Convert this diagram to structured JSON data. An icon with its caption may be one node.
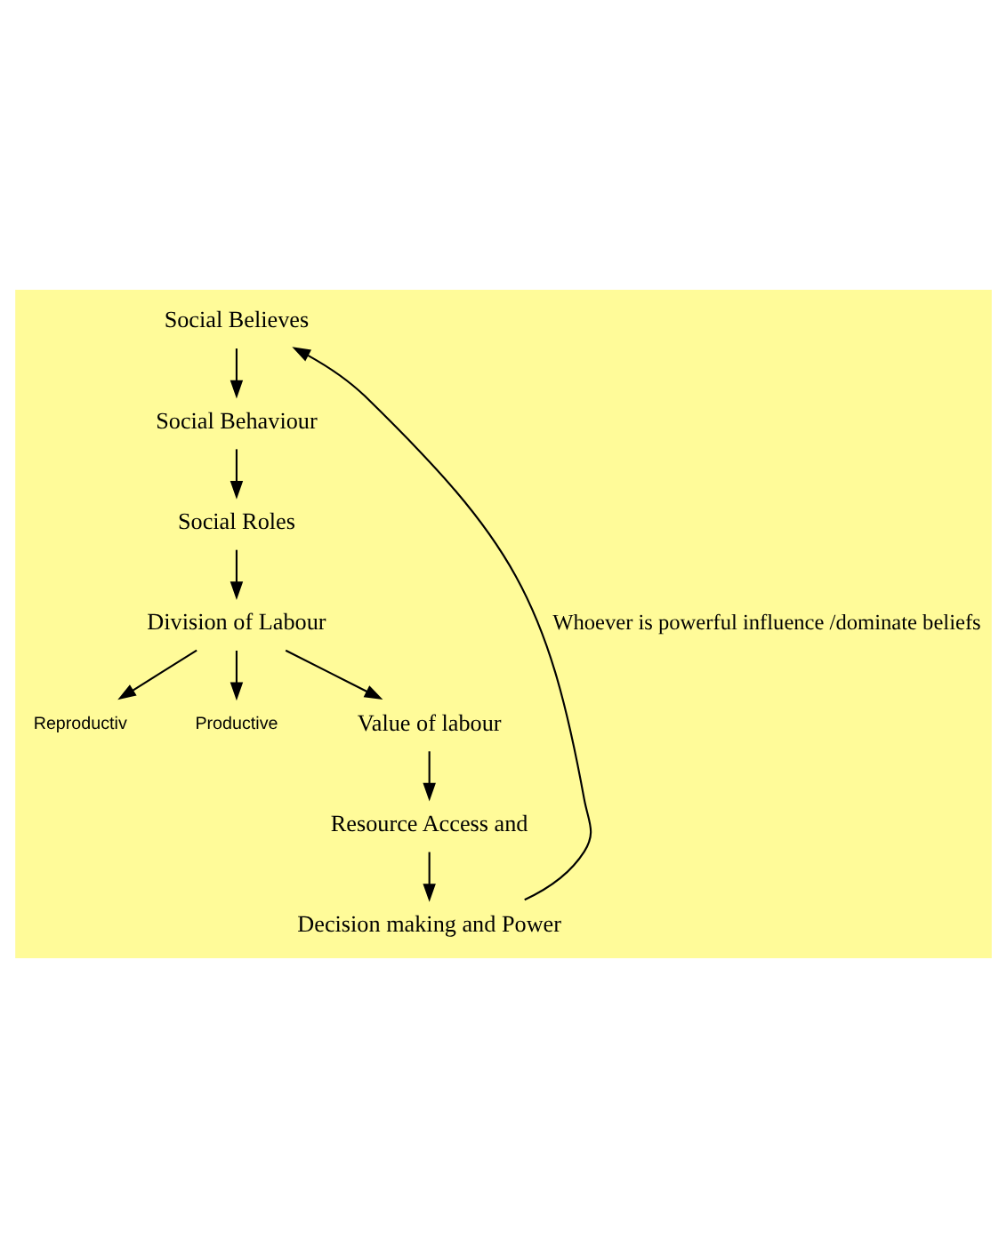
{
  "diagram": {
    "nodes": [
      {
        "text": [
          "Social Believes"
        ]
      },
      {
        "text": [
          "Social Behaviour"
        ]
      },
      {
        "text": [
          "Social Roles"
        ]
      },
      {
        "text": [
          "Division of Labour"
        ]
      },
      {
        "text": [
          "Reproductiv"
        ]
      },
      {
        "text": [
          "Productive"
        ]
      },
      {
        "text": [
          "Value of labour"
        ]
      },
      {
        "text": [
          "Resource Access and"
        ]
      },
      {
        "text": [
          "Decision making and Power"
        ]
      }
    ],
    "edges": [
      {
        "from": 0,
        "to": 1,
        "arrow": "to"
      },
      {
        "from": 1,
        "to": 2,
        "arrow": "to"
      },
      {
        "from": 2,
        "to": 3,
        "arrow": "to"
      },
      {
        "from": 3,
        "to": 4,
        "arrow": "to"
      },
      {
        "from": 3,
        "to": 5,
        "arrow": "to"
      },
      {
        "from": 3,
        "to": 6,
        "arrow": "to"
      },
      {
        "from": 6,
        "to": 7,
        "arrow": "to"
      },
      {
        "from": 7,
        "to": 8,
        "arrow": "to"
      },
      {
        "from": 8,
        "to": 0,
        "arrow": "to",
        "label": "Whoever is powerful influence /dominate beliefs"
      }
    ]
  }
}
